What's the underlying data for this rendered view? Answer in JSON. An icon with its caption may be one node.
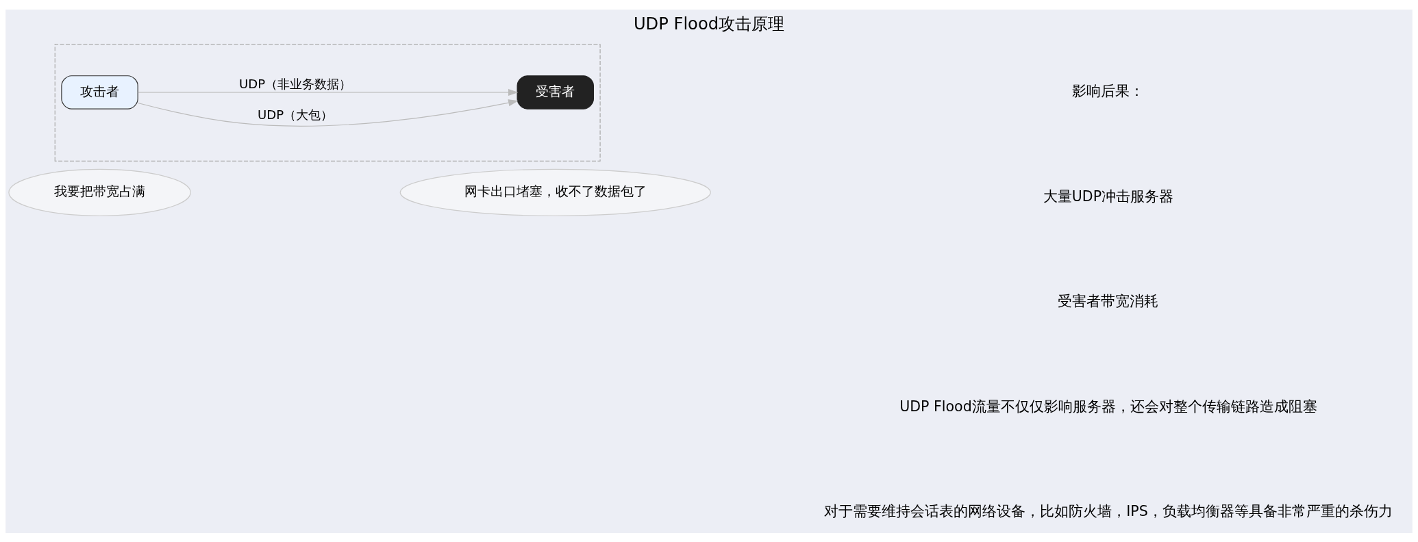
{
  "diagram": {
    "title": "UDP Flood攻击原理",
    "nodes": [
      {
        "text": [
          "我要把带宽占满"
        ]
      },
      {
        "text": [
          "网卡出口堵塞，收不了数据包了"
        ]
      },
      {
        "text": [],
        "shape": "box"
      },
      {
        "text": [
          "攻击者"
        ],
        "in": 2
      },
      {
        "text": [
          "受害者"
        ],
        "in": 2
      }
    ],
    "edges": [
      {
        "from": 3,
        "to": 4,
        "arrow": "to",
        "label": "UDP（大包）"
      },
      {
        "from": 3,
        "to": 4,
        "arrow": "to",
        "label": "UDP（非业务数据）"
      }
    ],
    "labels": [
      "影响后果：",
      "大量UDP冲击服务器",
      "受害者带宽消耗",
      "UDP Flood流量不仅仅影响服务器，还会对整个传输链路造成阻塞",
      "对于需要维持会话表的网络设备，比如防火墙，IPS，负载均衡器等具备非常严重的杀伤力"
    ]
  }
}
